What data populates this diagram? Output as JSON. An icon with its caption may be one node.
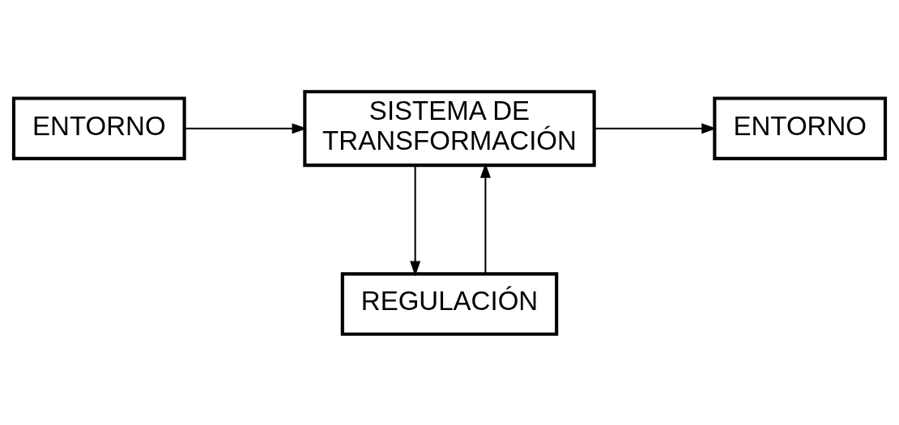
{
  "diagram": {
    "nodes": [
      {
        "text": [
          "ENTORNO"
        ]
      },
      {
        "text": [
          "SISTEMA DE TRANSFORMACIÓN"
        ]
      },
      {
        "text": [
          "ENTORNO"
        ]
      },
      {
        "text": [
          "REGULACIÓN"
        ]
      }
    ],
    "edges": [
      {
        "from": 0,
        "to": 1,
        "arrow": "to"
      },
      {
        "from": 1,
        "to": 2,
        "arrow": "to"
      },
      {
        "from": 1,
        "to": 3,
        "arrow": "to"
      },
      {
        "from": 3,
        "to": 1,
        "arrow": "to"
      }
    ]
  }
}
